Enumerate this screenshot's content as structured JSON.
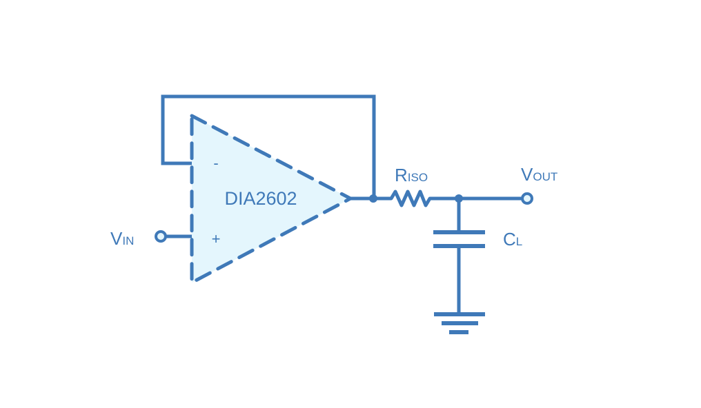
{
  "diagram": {
    "title": "Op-amp buffer with isolation resistor driving capacitive load",
    "colors": {
      "wire": "#3F79B8",
      "fill": "#E4F6FD",
      "node_fill": "#E4F6FD"
    },
    "opamp": {
      "label": "DIA2602",
      "inverting_label": "-",
      "noninverting_label": "+"
    },
    "input": {
      "main": "V",
      "sub": "IN"
    },
    "resistor": {
      "main": "R",
      "sub": "ISO"
    },
    "output": {
      "main": "V",
      "sub": "OUT"
    },
    "capacitor": {
      "main": "C",
      "sub": "L"
    }
  }
}
